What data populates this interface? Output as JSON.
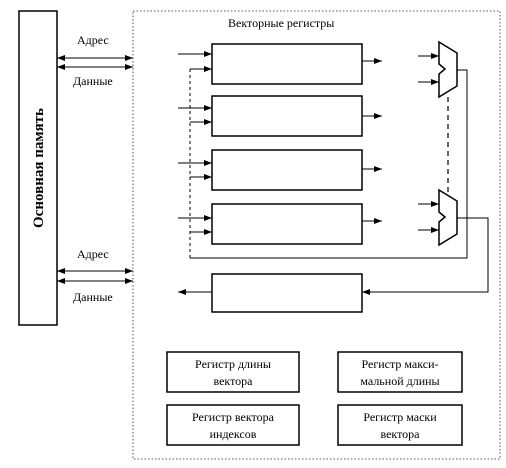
{
  "main_memory": {
    "label": "Основная память"
  },
  "vector_registers": {
    "title": "Векторные регистры"
  },
  "bus_top": {
    "address": "Адрес",
    "data": "Данные"
  },
  "bus_bottom": {
    "address": "Адрес",
    "data": "Данные"
  },
  "control_registers": {
    "vector_length": {
      "line1": "Регистр длины",
      "line2": "вектора"
    },
    "max_length": {
      "line1": "Регистр макси-",
      "line2": "мальной длины"
    },
    "index_vector": {
      "line1": "Регистр вектора",
      "line2": "индексов"
    },
    "mask_vector": {
      "line1": "Регистр маски",
      "line2": "вектора"
    }
  }
}
